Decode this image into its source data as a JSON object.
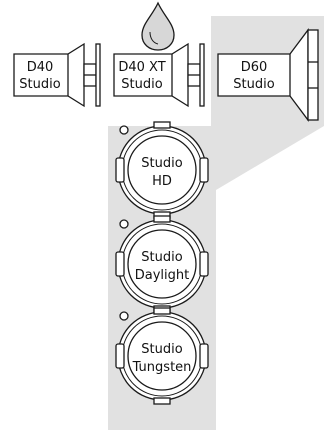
{
  "colors": {
    "panel": "#e1e1e1",
    "stroke": "#1a1a1a",
    "fill": "#ffffff",
    "drop": "#d7d7d7"
  },
  "units": [
    {
      "id": "d40-studio",
      "line1": "D40",
      "line2": "Studio"
    },
    {
      "id": "d40-xt-studio",
      "line1": "D40 XT",
      "line2": "Studio"
    },
    {
      "id": "d60-studio",
      "line1": "D60",
      "line2": "Studio"
    }
  ],
  "lamps": [
    {
      "id": "studio-hd",
      "line1": "Studio",
      "line2": "HD"
    },
    {
      "id": "studio-daylight",
      "line1": "Studio",
      "line2": "Daylight"
    },
    {
      "id": "studio-tungsten",
      "line1": "Studio",
      "line2": "Tungsten"
    }
  ],
  "icons": {
    "water_drop": "water-drop-icon"
  }
}
